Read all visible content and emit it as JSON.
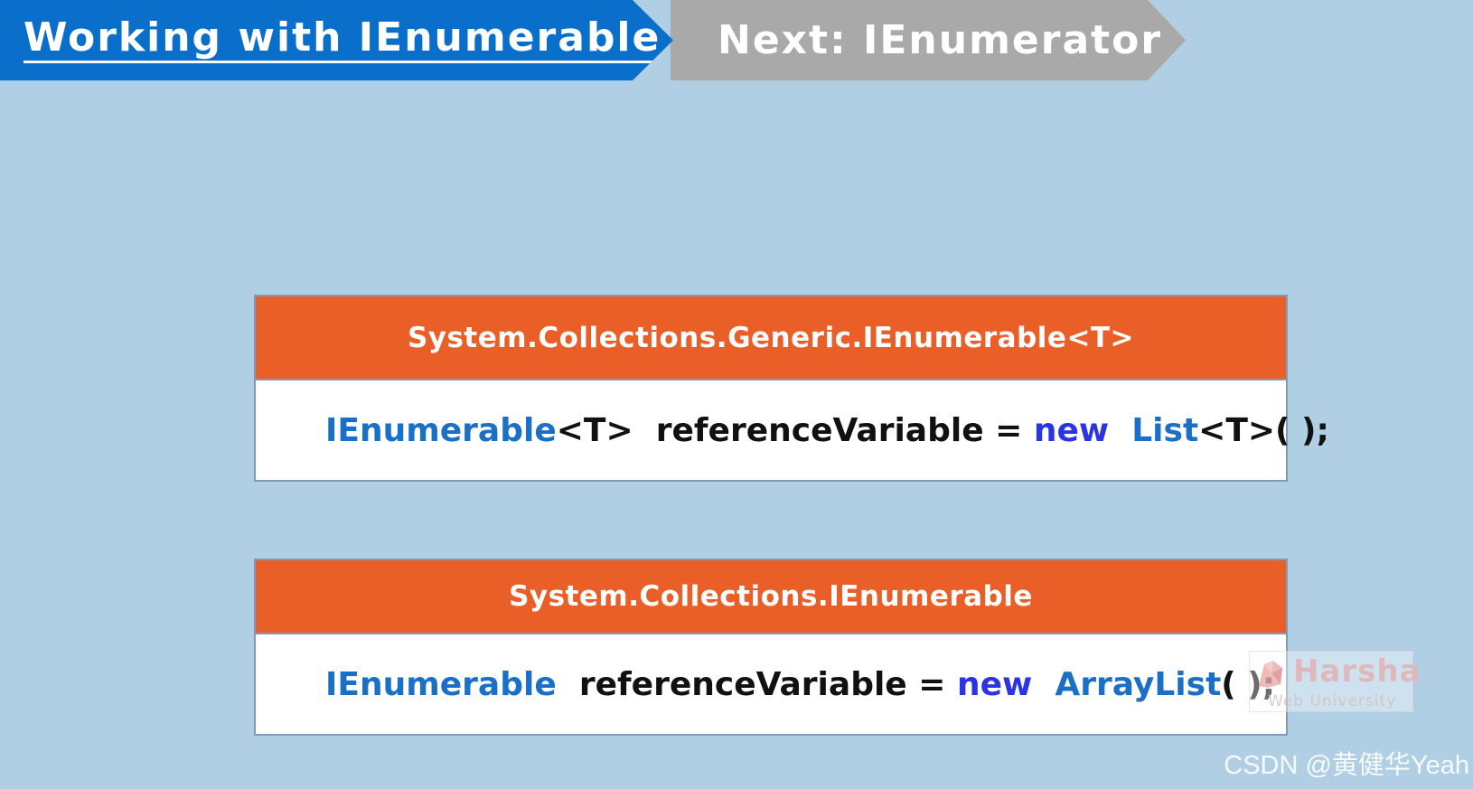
{
  "colors": {
    "background": "#b0cfe5",
    "current_banner": "#0a6fca",
    "next_banner": "#a9a9a9",
    "panel_header": "#ea5e27",
    "type_token": "#1a6fc6",
    "keyword_token": "#2a33e6"
  },
  "header": {
    "current_title": "Working with IEnumerable",
    "next_title": "Next: IEnumerator"
  },
  "panels": [
    {
      "title": "System.Collections.Generic.IEnumerable<T>",
      "code": {
        "type1": "IEnumerable",
        "generic1": "<T>",
        "var": "  referenceVariable = ",
        "kw": "new",
        "space": "  ",
        "type2": "List",
        "generic2": "<T>( );"
      }
    },
    {
      "title": "System.Collections.IEnumerable",
      "code": {
        "type1": "IEnumerable",
        "var": "  referenceVariable = ",
        "kw": "new",
        "space": "  ",
        "type2": "ArrayList",
        "tail": "( );"
      }
    }
  ],
  "logo": {
    "name": "Harsha",
    "subtitle": "Web University",
    "icon": "harsha-logo-icon"
  },
  "watermark": "CSDN @黄健华Yeah"
}
